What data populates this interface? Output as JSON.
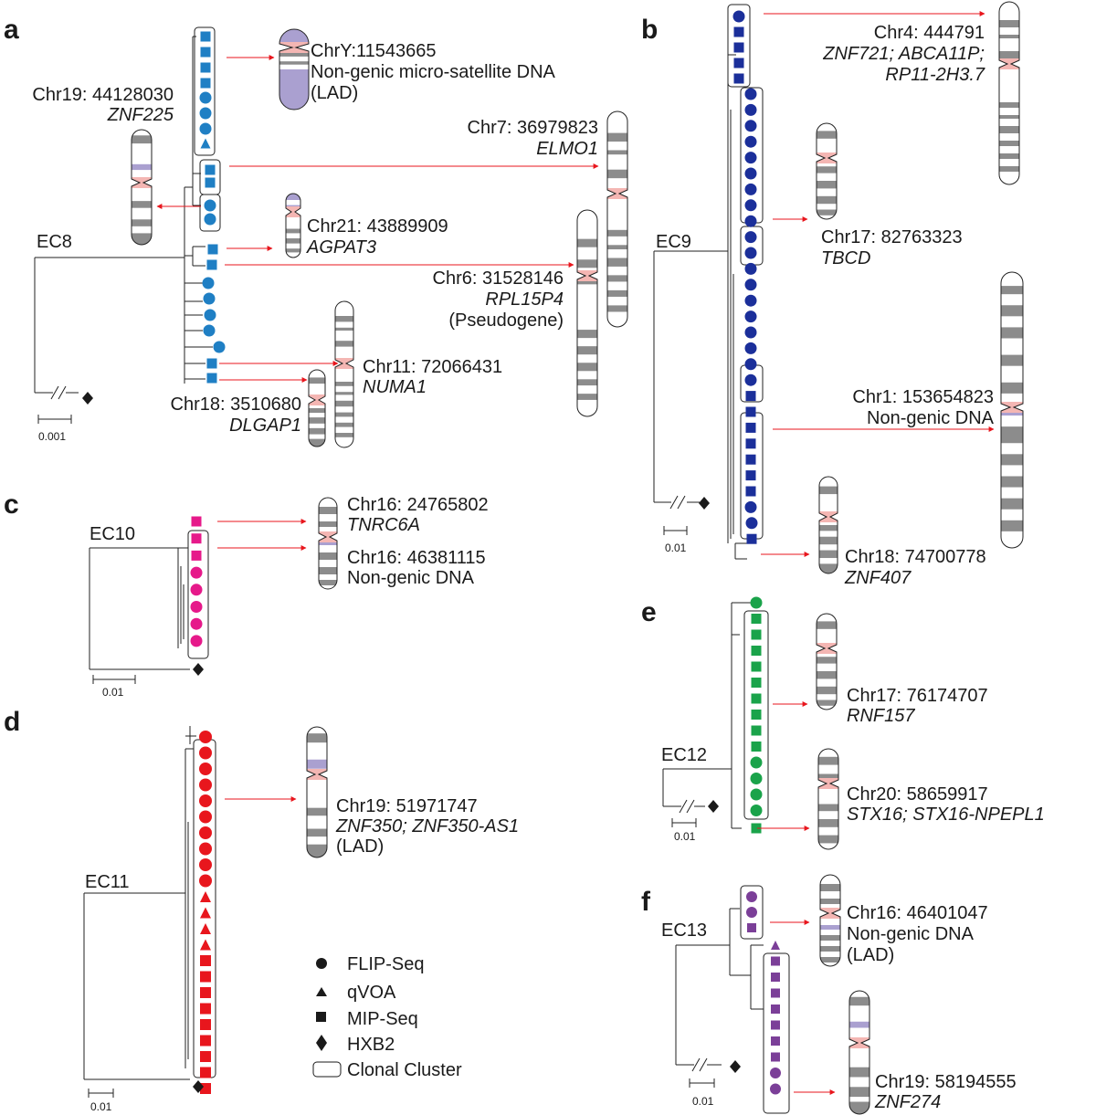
{
  "colors": {
    "ec8": "#1f7fc4",
    "ec9": "#1b2f9a",
    "ec10": "#e6198a",
    "ec11": "#e8161d",
    "ec12": "#1aa34a",
    "ec13": "#7b3f98",
    "arrow": "#e8161d",
    "band_dark": "#8c8c8c",
    "centromere": "#f4b6b3",
    "lad_band": "#aaa0d0"
  },
  "panels": [
    {
      "key": "a",
      "letter": "a",
      "ec": "EC8",
      "scale": "0.001",
      "markers": [
        "square",
        "square",
        "square",
        "square",
        "circle",
        "circle",
        "circle",
        "triangle",
        "square",
        "square",
        "circle",
        "circle",
        "square",
        "square",
        "circle",
        "circle",
        "circle",
        "circle",
        "circle",
        "square",
        "square"
      ],
      "sites": [
        {
          "loc": "ChrY:11543665",
          "gene": "",
          "desc": "Non-genic micro-satellite DNA",
          "extra": "(LAD)"
        },
        {
          "loc": "Chr19: 44128030",
          "gene": "ZNF225",
          "desc": "",
          "extra": ""
        },
        {
          "loc": "Chr7: 36979823",
          "gene": "ELMO1",
          "desc": "",
          "extra": ""
        },
        {
          "loc": "Chr21: 43889909",
          "gene": "AGPAT3",
          "desc": "",
          "extra": ""
        },
        {
          "loc": "Chr6: 31528146",
          "gene": "RPL15P4",
          "desc": "(Pseudogene)",
          "extra": ""
        },
        {
          "loc": "Chr11: 72066431",
          "gene": "NUMA1",
          "desc": "",
          "extra": ""
        },
        {
          "loc": "Chr18: 3510680",
          "gene": "DLGAP1",
          "desc": "",
          "extra": ""
        }
      ]
    },
    {
      "key": "b",
      "letter": "b",
      "ec": "EC9",
      "scale": "0.01",
      "markers": [
        "circle",
        "square",
        "square",
        "square",
        "square",
        "circle",
        "circle",
        "circle",
        "circle",
        "circle",
        "circle",
        "circle",
        "circle",
        "circle",
        "circle",
        "circle",
        "circle",
        "circle",
        "circle",
        "circle",
        "circle",
        "circle",
        "circle",
        "circle",
        "square",
        "square",
        "square",
        "square",
        "square",
        "square",
        "square",
        "circle",
        "circle",
        "square"
      ],
      "sites": [
        {
          "loc": "Chr4: 444791",
          "gene": "ZNF721; ABCA11P;",
          "desc": "",
          "extra": "RP11-2H3.7"
        },
        {
          "loc": "Chr17: 82763323",
          "gene": "TBCD",
          "desc": "",
          "extra": ""
        },
        {
          "loc": "Chr1: 153654823",
          "gene": "",
          "desc": "Non-genic DNA",
          "extra": ""
        },
        {
          "loc": "Chr18: 74700778",
          "gene": "ZNF407",
          "desc": "",
          "extra": ""
        }
      ]
    },
    {
      "key": "c",
      "letter": "c",
      "ec": "EC10",
      "scale": "0.01",
      "markers": [
        "square",
        "square",
        "square",
        "circle",
        "circle",
        "circle",
        "circle",
        "circle"
      ],
      "sites": [
        {
          "loc": "Chr16: 24765802",
          "gene": "TNRC6A",
          "desc": "",
          "extra": ""
        },
        {
          "loc": "Chr16: 46381115",
          "gene": "",
          "desc": "Non-genic DNA",
          "extra": ""
        }
      ]
    },
    {
      "key": "d",
      "letter": "d",
      "ec": "EC11",
      "scale": "0.01",
      "markers": [
        "circle",
        "circle",
        "circle",
        "circle",
        "circle",
        "circle",
        "circle",
        "circle",
        "circle",
        "circle",
        "triangle",
        "triangle",
        "triangle",
        "triangle",
        "square",
        "square",
        "square",
        "square",
        "square",
        "square",
        "square",
        "square",
        "square"
      ],
      "sites": [
        {
          "loc": "Chr19: 51971747",
          "gene": "ZNF350; ZNF350-AS1",
          "desc": "",
          "extra": "(LAD)"
        }
      ]
    },
    {
      "key": "e",
      "letter": "e",
      "ec": "EC12",
      "scale": "0.01",
      "markers": [
        "circle",
        "square",
        "square",
        "square",
        "square",
        "square",
        "square",
        "square",
        "square",
        "square",
        "circle",
        "circle",
        "circle",
        "circle",
        "square"
      ],
      "sites": [
        {
          "loc": "Chr17: 76174707",
          "gene": "RNF157",
          "desc": "",
          "extra": ""
        },
        {
          "loc": "Chr20: 58659917",
          "gene": "STX16; STX16-NPEPL1",
          "desc": "",
          "extra": ""
        }
      ]
    },
    {
      "key": "f",
      "letter": "f",
      "ec": "EC13",
      "scale": "0.01",
      "markers": [
        "circle",
        "circle",
        "square",
        "triangle",
        "square",
        "square",
        "square",
        "square",
        "square",
        "square",
        "square",
        "circle",
        "circle"
      ],
      "sites": [
        {
          "loc": "Chr16: 46401047",
          "gene": "",
          "desc": "Non-genic DNA",
          "extra": "(LAD)"
        },
        {
          "loc": "Chr19: 58194555",
          "gene": "ZNF274",
          "desc": "",
          "extra": ""
        }
      ]
    }
  ],
  "legend": {
    "items": [
      {
        "symbol": "circle",
        "label": "FLIP-Seq"
      },
      {
        "symbol": "triangle",
        "label": "qVOA"
      },
      {
        "symbol": "square",
        "label": "MIP-Seq"
      },
      {
        "symbol": "diamond",
        "label": "HXB2"
      },
      {
        "symbol": "box",
        "label": "Clonal Cluster"
      }
    ]
  }
}
